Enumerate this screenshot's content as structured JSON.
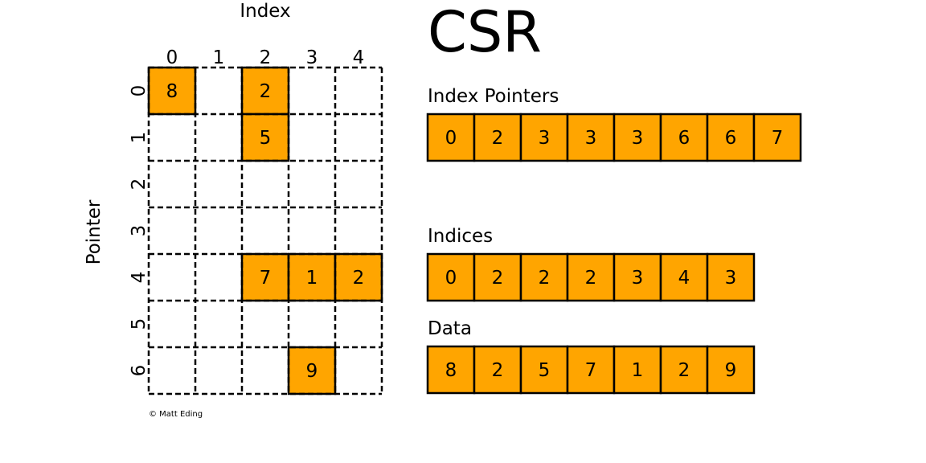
{
  "title": "CSR",
  "matrix": {
    "column_axis_label": "Index",
    "row_axis_label": "Pointer",
    "column_labels": [
      "0",
      "1",
      "2",
      "3",
      "4"
    ],
    "row_labels": [
      "0",
      "1",
      "2",
      "3",
      "4",
      "5",
      "6"
    ],
    "cells": [
      {
        "row": 0,
        "col": 0,
        "value": "8"
      },
      {
        "row": 0,
        "col": 2,
        "value": "2"
      },
      {
        "row": 1,
        "col": 2,
        "value": "5"
      },
      {
        "row": 4,
        "col": 2,
        "value": "7"
      },
      {
        "row": 4,
        "col": 3,
        "value": "1"
      },
      {
        "row": 4,
        "col": 4,
        "value": "2"
      },
      {
        "row": 6,
        "col": 3,
        "value": "9"
      }
    ],
    "copyright": "© Matt Eding"
  },
  "arrays": [
    {
      "label": "Index Pointers",
      "values": [
        "0",
        "2",
        "3",
        "3",
        "3",
        "6",
        "6",
        "7"
      ]
    },
    {
      "label": "Indices",
      "values": [
        "0",
        "2",
        "2",
        "2",
        "3",
        "4",
        "3"
      ]
    },
    {
      "label": "Data",
      "values": [
        "8",
        "2",
        "5",
        "7",
        "1",
        "2",
        "9"
      ]
    }
  ],
  "colors": {
    "cell_fill": "#FFA500",
    "stroke": "#000000",
    "background": "#FFFFFF"
  }
}
